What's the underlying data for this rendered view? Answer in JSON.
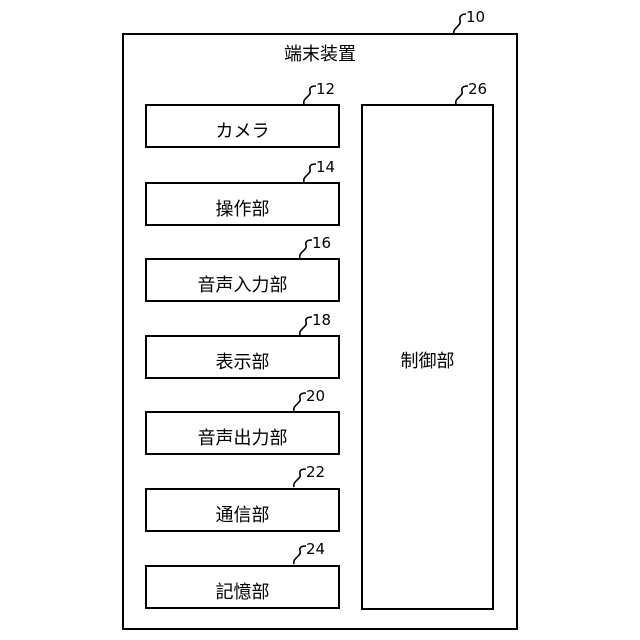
{
  "device": {
    "label": "端末装置",
    "ref": "10"
  },
  "components": [
    {
      "label": "カメラ",
      "ref": "12"
    },
    {
      "label": "操作部",
      "ref": "14"
    },
    {
      "label": "音声入力部",
      "ref": "16"
    },
    {
      "label": "表示部",
      "ref": "18"
    },
    {
      "label": "音声出力部",
      "ref": "20"
    },
    {
      "label": "通信部",
      "ref": "22"
    },
    {
      "label": "記憶部",
      "ref": "24"
    }
  ],
  "controller": {
    "label": "制御部",
    "ref": "26"
  }
}
